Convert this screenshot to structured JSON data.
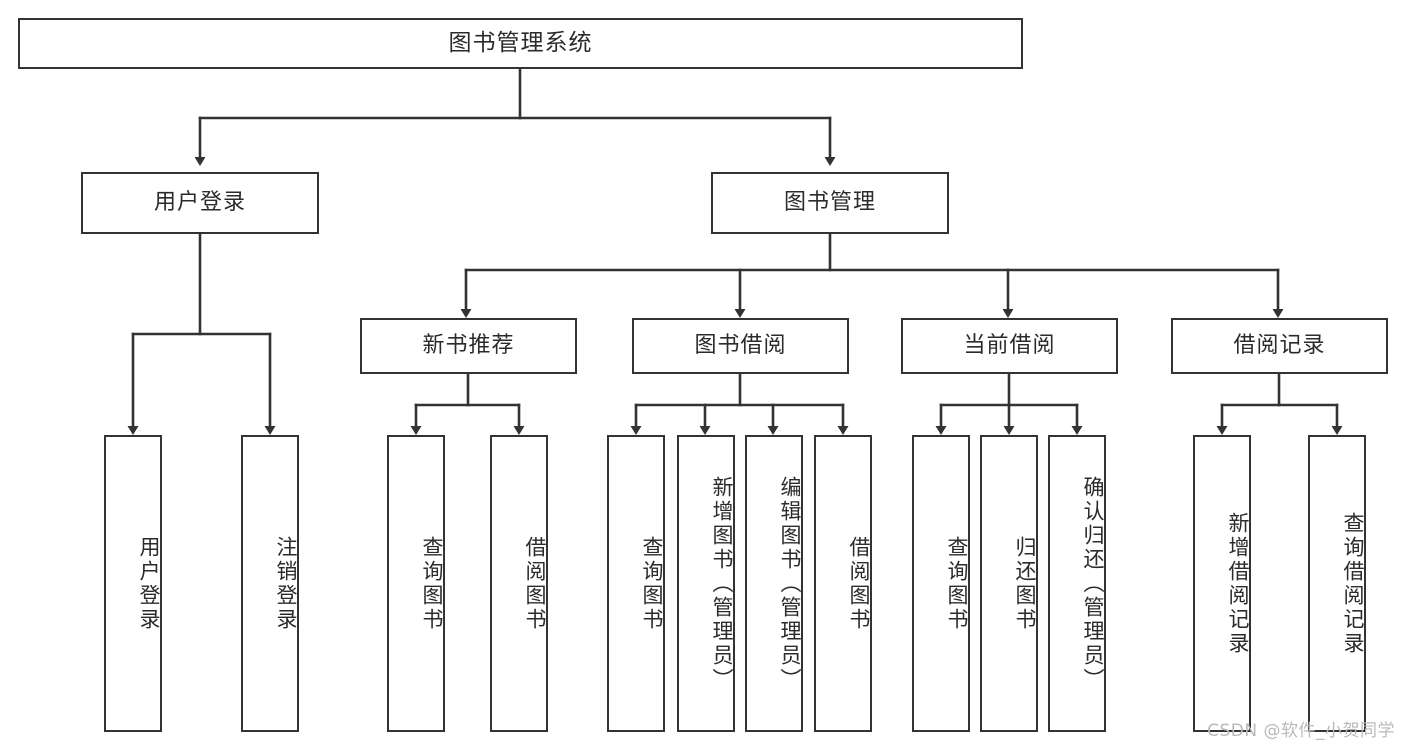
{
  "diagram": {
    "title": "图书管理系统",
    "type": "tree-hierarchy",
    "watermark": "CSDN @软件_小贺同学",
    "colors": {
      "box_border": "#333333",
      "box_fill": "#ffffff",
      "edge": "#333333",
      "text": "#2b2b2b",
      "background": "#ffffff",
      "watermark": "#b9b9b9"
    },
    "nodes": {
      "root": {
        "label": "图书管理系统"
      },
      "level1": [
        {
          "label": "用户登录"
        },
        {
          "label": "图书管理"
        }
      ],
      "level2": [
        {
          "label": "新书推荐"
        },
        {
          "label": "图书借阅"
        },
        {
          "label": "当前借阅"
        },
        {
          "label": "借阅记录"
        }
      ],
      "leaves": [
        {
          "label": "用户登录",
          "parent": "用户登录"
        },
        {
          "label": "注销登录",
          "parent": "用户登录"
        },
        {
          "label": "查询图书",
          "parent": "新书推荐"
        },
        {
          "label": "借阅图书",
          "parent": "新书推荐"
        },
        {
          "label": "查询图书",
          "parent": "图书借阅"
        },
        {
          "label": "新增图书（管理员）",
          "parent": "图书借阅"
        },
        {
          "label": "编辑图书（管理员）",
          "parent": "图书借阅"
        },
        {
          "label": "借阅图书",
          "parent": "图书借阅"
        },
        {
          "label": "查询图书",
          "parent": "当前借阅"
        },
        {
          "label": "归还图书",
          "parent": "当前借阅"
        },
        {
          "label": "确认归还（管理员）",
          "parent": "当前借阅"
        },
        {
          "label": "新增借阅记录",
          "parent": "借阅记录"
        },
        {
          "label": "查询借阅记录",
          "parent": "借阅记录"
        }
      ]
    }
  }
}
